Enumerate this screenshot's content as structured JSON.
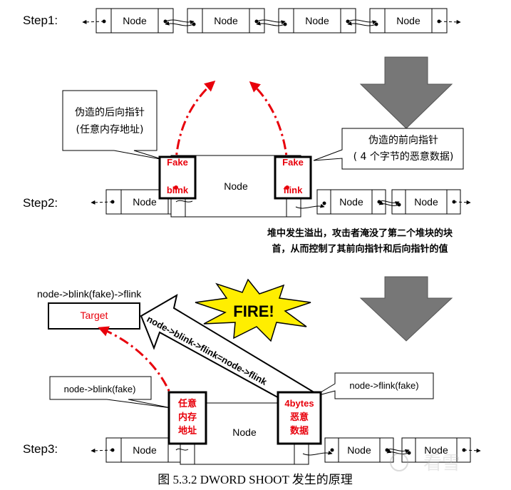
{
  "steps": {
    "step1": "Step1:",
    "step2": "Step2:",
    "step3": "Step3:"
  },
  "node_label": "Node",
  "step2": {
    "fake_blink_line1": "Fake",
    "fake_blink_line2": "blink",
    "fake_flink_line1": "Fake",
    "fake_flink_line2": "flink",
    "callout_blink_line1": "伪造的后向指针",
    "callout_blink_line2": "(任意内存地址)",
    "callout_flink_line1": "伪造的前向指针",
    "callout_flink_line2": "( 4 个字节的恶意数据)",
    "note_line1": "堆中发生溢出，攻击者淹没了第二个堆块的块",
    "note_line2": "首，从而控制了其前向指针和后向指针的值"
  },
  "step3": {
    "top_formula": "node->blink(fake)->flink",
    "target_label": "Target",
    "fire_label": "FIRE!",
    "arrow_label": "node->blink->flink=node->flink",
    "callout_blink": "node->blink(fake)",
    "callout_flink": "node->flink(fake)",
    "blink_box_line1": "任意",
    "blink_box_line2": "内存",
    "blink_box_line3": "地址",
    "flink_box_line1": "4bytes",
    "flink_box_line2": "恶意",
    "flink_box_line3": "数据"
  },
  "caption": "图 5.3.2  DWORD   SHOOT 发生的原理",
  "watermark": "看雪",
  "colors": {
    "red": "#e8000b",
    "arrow_gray": "#777777",
    "fire_yellow": "#ffee00"
  }
}
